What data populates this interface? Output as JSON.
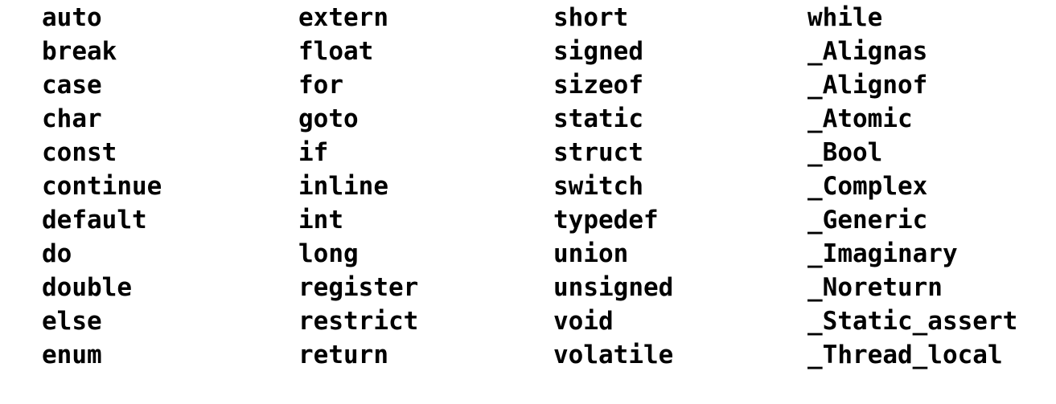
{
  "columns": [
    [
      "auto",
      "break",
      "case",
      "char",
      "const",
      "continue",
      "default",
      "do",
      "double",
      "else",
      "enum"
    ],
    [
      "extern",
      "float",
      "for",
      "goto",
      "if",
      "inline",
      "int",
      "long",
      "register",
      "restrict",
      "return"
    ],
    [
      "short",
      "signed",
      "sizeof",
      "static",
      "struct",
      "switch",
      "typedef",
      "union",
      "unsigned",
      "void",
      "volatile"
    ],
    [
      "while",
      "_Alignas",
      "_Alignof",
      "_Atomic",
      "_Bool",
      "_Complex",
      "_Generic",
      "_Imaginary",
      "_Noreturn",
      "_Static_assert",
      "_Thread_local"
    ]
  ]
}
